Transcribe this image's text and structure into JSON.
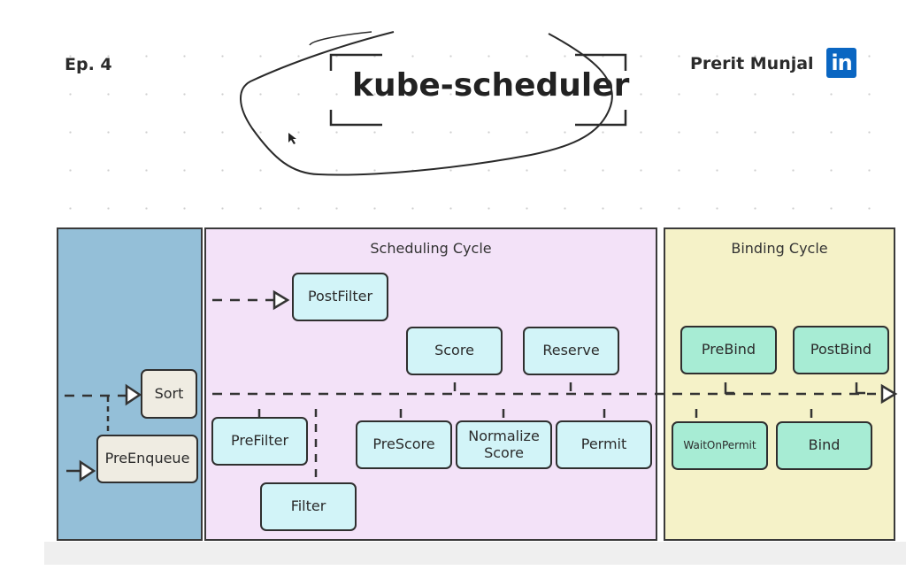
{
  "header": {
    "episode": "Ep. 4",
    "title": "kube-scheduler",
    "author": "Prerit Munjal",
    "social_icon": "linkedin-icon",
    "social_icon_text": "in"
  },
  "colors": {
    "queue_panel": "#94bfd8",
    "scheduling_panel": "#f3e2f8",
    "binding_panel": "#f5f2c8",
    "queue_node": "#efece2",
    "scheduling_node": "#d2f4f8",
    "binding_node": "#a7ecd4",
    "linkedin": "#0a66c2"
  },
  "diagram": {
    "queue": {
      "title": "",
      "nodes": [
        "Sort",
        "PreEnqueue"
      ]
    },
    "scheduling_cycle": {
      "title": "Scheduling Cycle",
      "nodes": [
        "PostFilter",
        "Score",
        "Reserve",
        "PreFilter",
        "Filter",
        "PreScore",
        "Normalize Score",
        "Permit"
      ]
    },
    "binding_cycle": {
      "title": "Binding Cycle",
      "nodes": [
        "PreBind",
        "PostBind",
        "WaitOnPermit",
        "Bind"
      ]
    }
  }
}
